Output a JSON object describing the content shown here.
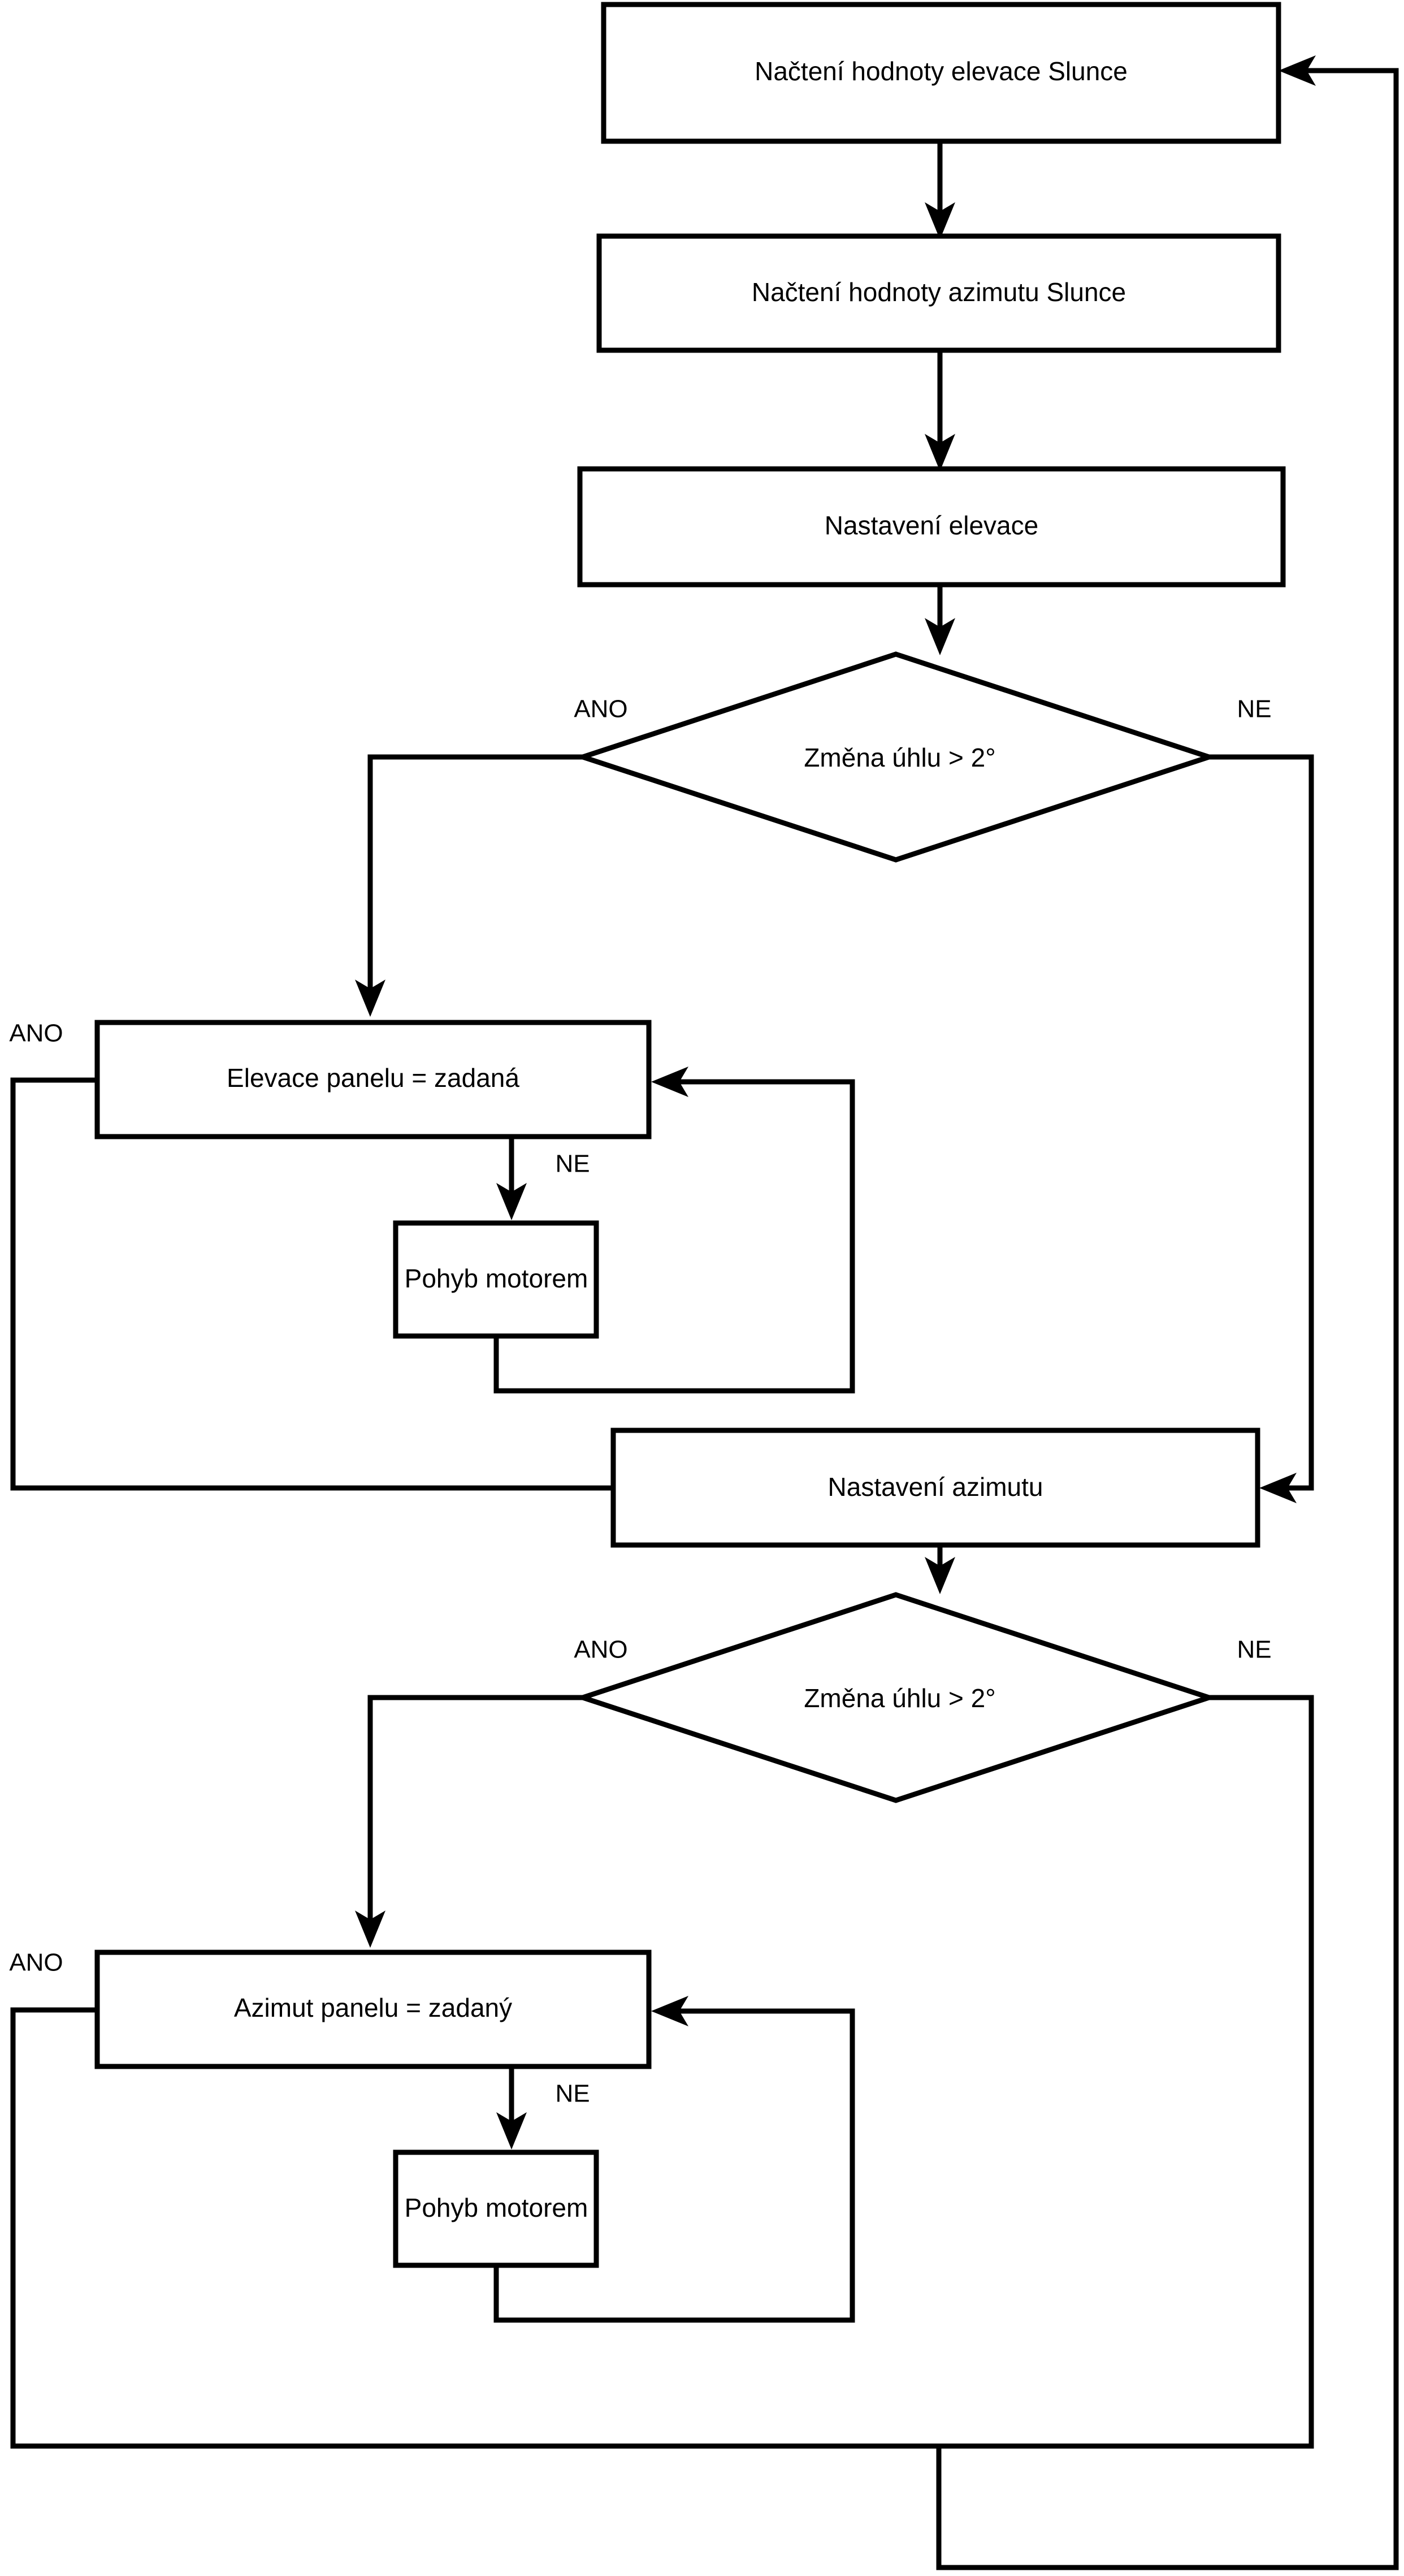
{
  "diagram": {
    "type": "flowchart",
    "language": "cs",
    "stroke_color": "#000000",
    "fill_color": "#ffffff",
    "background": "#ffffff"
  },
  "nodes": {
    "read_elevation": {
      "label": "Načtení hodnoty elevace Slunce",
      "shape": "process"
    },
    "read_azimuth": {
      "label": "Načtení hodnoty azimutu Slunce",
      "shape": "process"
    },
    "set_elevation": {
      "label": "Nastavení elevace",
      "shape": "process"
    },
    "decision_elevation": {
      "label": "Změna úhlu > 2°",
      "shape": "decision"
    },
    "panel_elevation_eq": {
      "label": "Elevace panelu = zadaná",
      "shape": "process"
    },
    "motor_move_elevation": {
      "label": "Pohyb motorem",
      "shape": "process"
    },
    "set_azimuth": {
      "label": "Nastavení azimutu",
      "shape": "process"
    },
    "decision_azimuth": {
      "label": "Změna úhlu > 2°",
      "shape": "decision"
    },
    "panel_azimuth_eq": {
      "label": "Azimut panelu = zadaný",
      "shape": "process"
    },
    "motor_move_azimuth": {
      "label": "Pohyb motorem",
      "shape": "process"
    }
  },
  "edge_labels": {
    "decision_elevation_yes": "ANO",
    "decision_elevation_no": "NE",
    "panel_elevation_yes": "ANO",
    "panel_elevation_no": "NE",
    "decision_azimuth_yes": "ANO",
    "decision_azimuth_no": "NE",
    "panel_azimuth_yes": "ANO",
    "panel_azimuth_no": "NE"
  },
  "edges": [
    {
      "from": "read_elevation",
      "to": "read_azimuth",
      "label": ""
    },
    {
      "from": "read_azimuth",
      "to": "set_elevation",
      "label": ""
    },
    {
      "from": "set_elevation",
      "to": "decision_elevation",
      "label": ""
    },
    {
      "from": "decision_elevation",
      "to": "panel_elevation_eq",
      "label": "ANO"
    },
    {
      "from": "decision_elevation",
      "to": "set_azimuth",
      "label": "NE"
    },
    {
      "from": "panel_elevation_eq",
      "to": "set_azimuth",
      "label": "ANO"
    },
    {
      "from": "panel_elevation_eq",
      "to": "motor_move_elevation",
      "label": "NE"
    },
    {
      "from": "motor_move_elevation",
      "to": "panel_elevation_eq",
      "label": ""
    },
    {
      "from": "set_azimuth",
      "to": "decision_azimuth",
      "label": ""
    },
    {
      "from": "decision_azimuth",
      "to": "panel_azimuth_eq",
      "label": "ANO"
    },
    {
      "from": "decision_azimuth",
      "to": "read_elevation",
      "label": "NE"
    },
    {
      "from": "panel_azimuth_eq",
      "to": "read_elevation",
      "label": "ANO"
    },
    {
      "from": "panel_azimuth_eq",
      "to": "motor_move_azimuth",
      "label": "NE"
    },
    {
      "from": "motor_move_azimuth",
      "to": "panel_azimuth_eq",
      "label": ""
    }
  ]
}
